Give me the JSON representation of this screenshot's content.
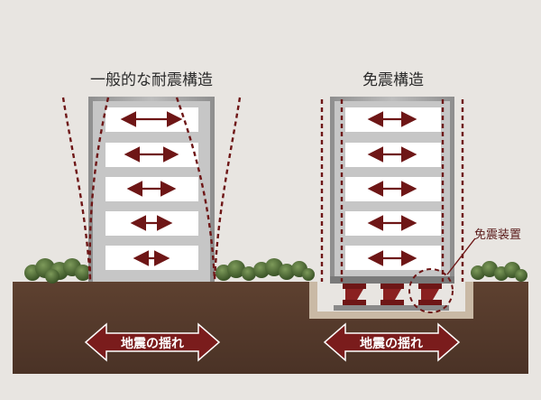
{
  "left_building": {
    "title": "一般的な耐震構造",
    "ground_label": "地震の揺れ"
  },
  "right_building": {
    "title": "免震構造",
    "ground_label": "地震の揺れ",
    "device_label": "免震装置"
  },
  "colors": {
    "background": "#e8e5e1",
    "ground": "#5a3e2e",
    "accent": "#6e1616",
    "building_frame": "#9a9a9a",
    "floor_slab": "#ffffff",
    "bush": "#4b6b33"
  }
}
